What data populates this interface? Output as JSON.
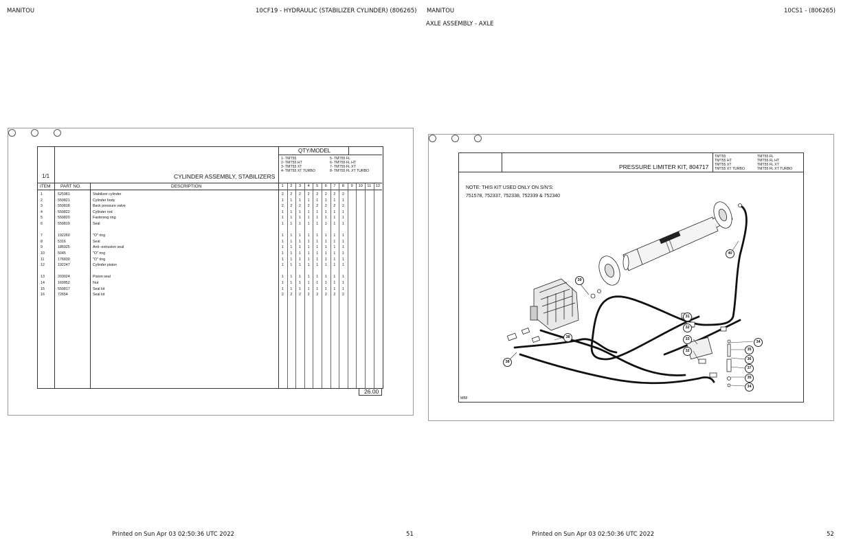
{
  "left_page": {
    "brand": "MANITOU",
    "section_title": "10CF19 - HYDRAULIC (STABILIZER CYLINDER) (806265)",
    "printed": "Printed on  Sun Apr 03 02:50:36 UTC 2022",
    "page_number": "51",
    "sheet": {
      "sheet_no": "1/1",
      "title": "CYLINDER ASSEMBLY, STABILIZERS",
      "qty_header": "QTY/MODEL",
      "models_left": [
        "1- TMT55",
        "2- TMT55 HT",
        "3- TMT55 XT",
        "4- TMT55 XT TURBO"
      ],
      "models_right": [
        "5- TMT55 FL",
        "6- TMT55 FL HT",
        "7- TMT55 FL XT",
        "8- TMT55 FL XT TURBO"
      ],
      "columns": {
        "item": "ITEM",
        "part": "PART NO.",
        "description": "DESCRIPTION"
      },
      "qty_columns": [
        "1",
        "2",
        "3",
        "4",
        "5",
        "6",
        "7",
        "8",
        "9",
        "10",
        "11",
        "12"
      ],
      "rows": [
        {
          "item": "1",
          "part": "525981",
          "desc": "Stabilizer cylinder",
          "qty": [
            "2",
            "2",
            "2",
            "2",
            "2",
            "2",
            "2",
            "2"
          ]
        },
        {
          "item": "2",
          "part": "550821",
          "desc": "Cylinder body",
          "qty": [
            "1",
            "1",
            "1",
            "1",
            "1",
            "1",
            "1",
            "1"
          ]
        },
        {
          "item": "3",
          "part": "550818",
          "desc": "Back pressure valve",
          "qty": [
            "2",
            "2",
            "2",
            "2",
            "2",
            "2",
            "2",
            "2"
          ]
        },
        {
          "item": "4",
          "part": "550822",
          "desc": "Cylinder rod",
          "qty": [
            "1",
            "1",
            "1",
            "1",
            "1",
            "1",
            "1",
            "1"
          ]
        },
        {
          "item": "5",
          "part": "550820",
          "desc": "Fastening ring",
          "qty": [
            "1",
            "1",
            "1",
            "1",
            "1",
            "1",
            "1",
            "1"
          ]
        },
        {
          "item": "6",
          "part": "550819",
          "desc": "Seal",
          "qty": [
            "1",
            "1",
            "1",
            "1",
            "1",
            "1",
            "1",
            "1"
          ]
        },
        {
          "item": "7",
          "part": "192260",
          "desc": "\"O\" ring",
          "qty": [
            "1",
            "1",
            "1",
            "1",
            "1",
            "1",
            "1",
            "1"
          ]
        },
        {
          "item": "8",
          "part": "5316",
          "desc": "Seal",
          "qty": [
            "1",
            "1",
            "1",
            "1",
            "1",
            "1",
            "1",
            "1"
          ]
        },
        {
          "item": "9",
          "part": "186925",
          "desc": "Anti--extrusion seal",
          "qty": [
            "1",
            "1",
            "1",
            "1",
            "1",
            "1",
            "1",
            "1"
          ]
        },
        {
          "item": "10",
          "part": "5045",
          "desc": "\"O\" ring",
          "qty": [
            "1",
            "1",
            "1",
            "1",
            "1",
            "1",
            "1",
            "1"
          ]
        },
        {
          "item": "11",
          "part": "176830",
          "desc": "\"O\" ring",
          "qty": [
            "1",
            "1",
            "1",
            "1",
            "1",
            "1",
            "1",
            "1"
          ]
        },
        {
          "item": "12",
          "part": "192247",
          "desc": "Cylinder piston",
          "qty": [
            "1",
            "1",
            "1",
            "1",
            "1",
            "1",
            "1",
            "1"
          ]
        },
        {
          "item": "13",
          "part": "203024",
          "desc": "Piston seal",
          "qty": [
            "1",
            "1",
            "1",
            "1",
            "1",
            "1",
            "1",
            "1"
          ]
        },
        {
          "item": "14",
          "part": "169952",
          "desc": "Nut",
          "qty": [
            "1",
            "1",
            "1",
            "1",
            "1",
            "1",
            "1",
            "1"
          ]
        },
        {
          "item": "15",
          "part": "550817",
          "desc": "Seal kit",
          "qty": [
            "1",
            "1",
            "1",
            "1",
            "1",
            "1",
            "1",
            "1"
          ]
        },
        {
          "item": "16",
          "part": "72654",
          "desc": "Seal kit",
          "qty": [
            "2",
            "2",
            "2",
            "2",
            "2",
            "2",
            "2",
            "2"
          ]
        }
      ],
      "footer_number": "26.00"
    }
  },
  "right_page": {
    "brand": "MANITOU",
    "section_title": "10CS1 - (806265)",
    "subtitle": "AXLE ASSEMBLY - AXLE",
    "printed": "Printed on  Sun Apr 03 02:50:36 UTC 2022",
    "page_number": "52",
    "sheet": {
      "title": "PRESSURE LIMITER KIT, 804717",
      "models_left": [
        "TMT55",
        "TMT55 HT",
        "TMT55 XT",
        "TMT55 XT TURBO"
      ],
      "models_right": [
        "TMT55 FL",
        "TMT55 FL HT",
        "TMT55 FL XT",
        "TMT55 FL XT TURBO"
      ],
      "note_line1": "NOTE: THIS KIT USED ONLY ON S/N'S:",
      "note_line2": "751578, 752337, 752338, 752339 & 752340",
      "corner_code": "MBF",
      "callouts": [
        "31",
        "32",
        "33",
        "32",
        "34",
        "35",
        "36",
        "37",
        "35",
        "34",
        "38",
        "38",
        "39",
        "40"
      ]
    }
  }
}
